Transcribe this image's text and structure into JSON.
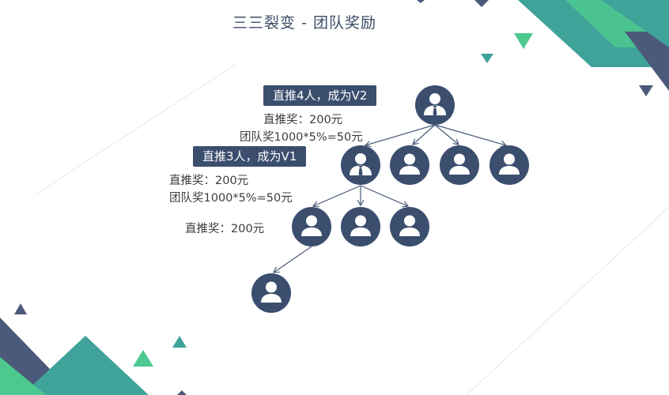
{
  "title": "三三裂变 - 团队奖励",
  "colors": {
    "navy": "#3b4e6e",
    "teal": "#3fa39a",
    "green": "#4dc98f",
    "slate": "#4b5a7a",
    "text": "#3d3d3d"
  },
  "badges": {
    "v2": "直推4人，成为V2",
    "v1": "直推3人，成为V1"
  },
  "notes": {
    "v2_direct": "直推奖：200元",
    "v2_team": "团队奖1000*5%=50元",
    "v1_direct": "直推奖：200元",
    "v1_team": "团队奖1000*5%=50元",
    "l2_direct": "直推奖：200元"
  },
  "icons": {
    "manager": "manager-person-icon",
    "member": "member-person-icon"
  }
}
